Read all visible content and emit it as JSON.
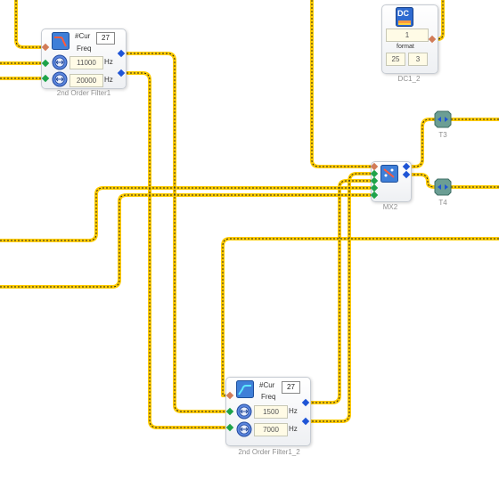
{
  "canvas": {
    "wire_color": "#ffcc00",
    "wire_core_color": "#222222"
  },
  "filter1": {
    "caption": "2nd Order Filter1",
    "cur_label": "#Cur",
    "cur_value": "27",
    "freq_label": "Freq",
    "freq1_value": "11000",
    "freq1_unit": "Hz",
    "freq2_value": "20000",
    "freq2_unit": "Hz"
  },
  "filter2": {
    "caption": "2nd Order Filter1_2",
    "cur_label": "#Cur",
    "cur_value": "27",
    "freq_label": "Freq",
    "freq1_value": "1500",
    "freq1_unit": "Hz",
    "freq2_value": "7000",
    "freq2_unit": "Hz"
  },
  "dc": {
    "caption": "DC1_2",
    "icon_text": "DC",
    "value1": "1",
    "format_label": "format",
    "value2": "25",
    "value3": "3"
  },
  "mixer": {
    "caption": "MX2"
  },
  "t3": {
    "caption": "T3"
  },
  "t4": {
    "caption": "T4"
  }
}
